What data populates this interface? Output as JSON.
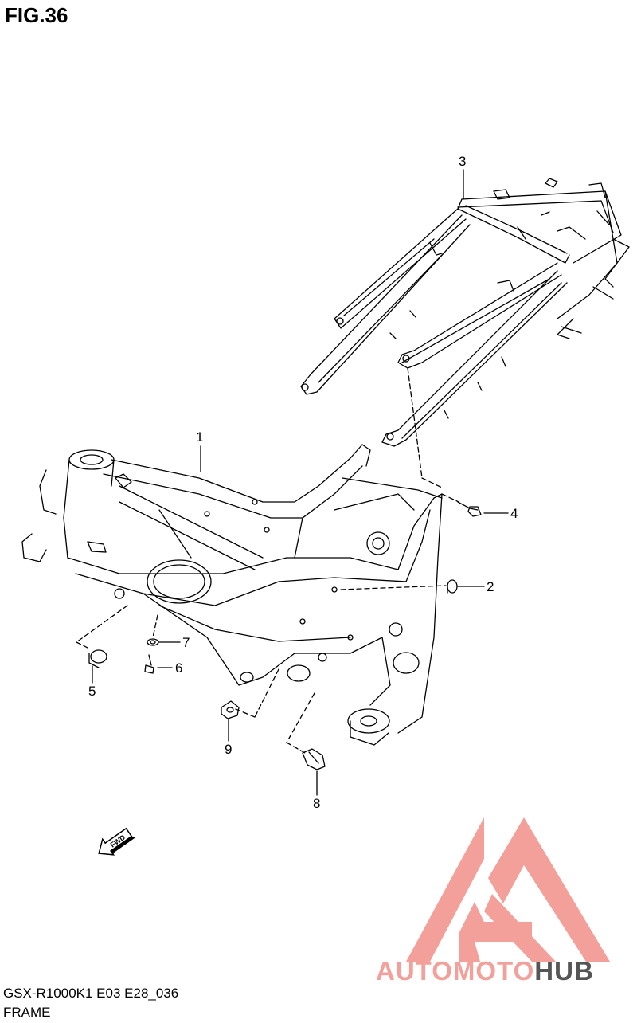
{
  "figure": {
    "title": "FIG.36",
    "name": "FRAME",
    "model_code": "GSX-R1000K1 E03 E28_036"
  },
  "callouts": [
    "1",
    "2",
    "3",
    "4",
    "5",
    "6",
    "7",
    "8",
    "9"
  ],
  "direction_arrow": {
    "label": "FWD",
    "icon": "fwd-arrow-icon"
  },
  "watermark": {
    "text_part1": "AUTOMOTO",
    "text_part2": "HUB",
    "color_primary": "#f4a09a",
    "color_secondary": "#555555"
  },
  "colors": {
    "line": "#000000",
    "background": "#ffffff"
  }
}
